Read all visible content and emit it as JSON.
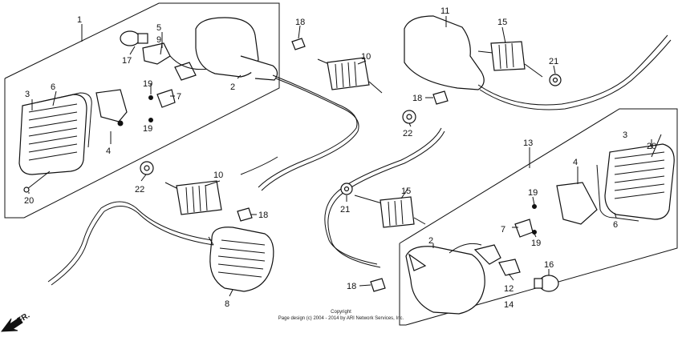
{
  "callouts": {
    "n1": "1",
    "n2a": "2",
    "n2b": "2",
    "n3a": "3",
    "n3b": "3",
    "n4a": "4",
    "n4b": "4",
    "n5": "5",
    "n6a": "6",
    "n6b": "6",
    "n7a": "7",
    "n7b": "7",
    "n8": "8",
    "n9": "9",
    "n10a": "10",
    "n10b": "10",
    "n11": "11",
    "n12": "12",
    "n13": "13",
    "n14": "14",
    "n15a": "15",
    "n15b": "15",
    "n16": "16",
    "n17": "17",
    "n18a": "18",
    "n18b": "18",
    "n18c": "18",
    "n18d": "18",
    "n19a": "19",
    "n19b": "19",
    "n19c": "19",
    "n19d": "19",
    "n20a": "20",
    "n20b": "20",
    "n21a": "21",
    "n21b": "21",
    "n22a": "22",
    "n22b": "22"
  },
  "direction_label": "FR.",
  "copyright": {
    "line1": "Copyright",
    "line2": "Page design (c) 2004 - 2014 by ARI Network Services, Inc."
  }
}
